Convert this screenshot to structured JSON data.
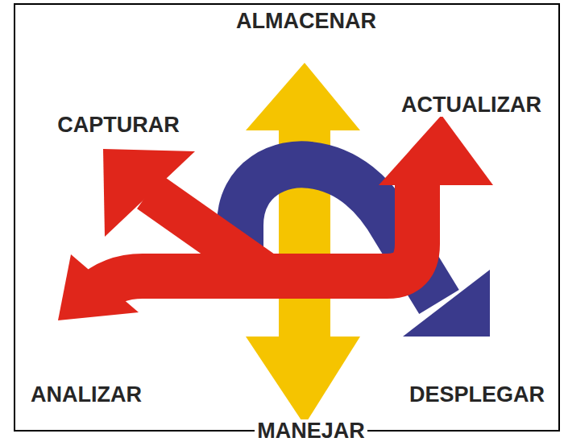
{
  "diagram": {
    "labels": [
      "ALMACENAR",
      "CAPTURAR",
      "ACTUALIZAR",
      "ANALIZAR",
      "DESPLEGAR",
      "MANEJAR"
    ]
  }
}
